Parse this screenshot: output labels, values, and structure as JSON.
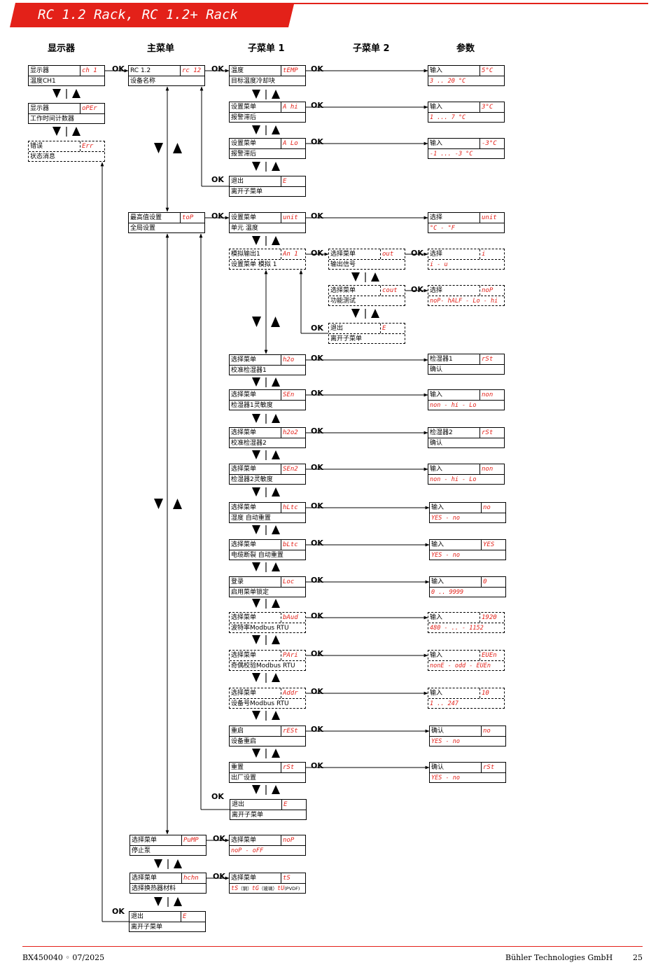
{
  "header": {
    "title": "RC 1.2 Rack,  RC 1.2+ Rack"
  },
  "columns": [
    "显示器",
    "主菜单",
    "子菜单 1",
    "子菜单 2",
    "参数"
  ],
  "ok": "OK",
  "boxes": [
    {
      "id": "d1",
      "l1": "显示器",
      "code": "ch 1",
      "l2": "温度CH1"
    },
    {
      "id": "d2",
      "l1": "显示器",
      "code": "oPEr",
      "l2": "工作时间计数器"
    },
    {
      "id": "d3",
      "l1": "错误",
      "code": "Err",
      "l2": "状态消息"
    },
    {
      "id": "m1",
      "l1": "RC 1.2",
      "code": "rc 12",
      "l2": "设备名称"
    },
    {
      "id": "m2",
      "l1": "最高值设置",
      "code": "toP",
      "l2": "全局设置"
    },
    {
      "id": "m3",
      "l1": "选择菜单",
      "code": "PuMP",
      "l2": "停止泵"
    },
    {
      "id": "m4",
      "l1": "选择菜单",
      "code": "hchn",
      "l2": "选择换热器材料"
    },
    {
      "id": "m5",
      "l1": "退出",
      "code": "E",
      "l2": "离开子菜单"
    },
    {
      "id": "s1",
      "l1": "温度",
      "code": "tEMP",
      "l2": "目标温度冷却块"
    },
    {
      "id": "s2",
      "l1": "设置菜单",
      "code": "A hi",
      "l2": "报警滞后"
    },
    {
      "id": "s3",
      "l1": "设置菜单",
      "code": "A Lo",
      "l2": "报警滞后"
    },
    {
      "id": "s4",
      "l1": "退出",
      "code": "E",
      "l2": "离开子菜单"
    },
    {
      "id": "s5",
      "l1": "设置菜单",
      "code": "unit",
      "l2": "单元 温度"
    },
    {
      "id": "s6",
      "l1": "模拟输出1",
      "code": "An 1",
      "l2": "设置菜单 模拟 1"
    },
    {
      "id": "s7",
      "l1": "选择菜单",
      "code": "h2o",
      "l2": "校准检湿器1"
    },
    {
      "id": "s8",
      "l1": "选择菜单",
      "code": "SEn",
      "l2": "检湿器1灵敏度"
    },
    {
      "id": "s9",
      "l1": "选择菜单",
      "code": "h2o2",
      "l2": "校准检湿器2"
    },
    {
      "id": "s10",
      "l1": "选择菜单",
      "code": "SEn2",
      "l2": "检湿器2灵敏度"
    },
    {
      "id": "s11",
      "l1": "选择菜单",
      "code": "hLtc",
      "l2": "湿度 自动重置"
    },
    {
      "id": "s12",
      "l1": "选择菜单",
      "code": "bLtc",
      "l2": "电缆断裂 自动重置"
    },
    {
      "id": "s13",
      "l1": "登录",
      "code": "Loc",
      "l2": "启用菜单锁定"
    },
    {
      "id": "s14",
      "l1": "选择菜单",
      "code": "bAud",
      "l2": "波特率Modbus RTU"
    },
    {
      "id": "s15",
      "l1": "选择菜单",
      "code": "PAri",
      "l2": "奇偶校验Modbus RTU"
    },
    {
      "id": "s16",
      "l1": "选择菜单",
      "code": "Addr",
      "l2": "设备号Modbus RTU"
    },
    {
      "id": "s17",
      "l1": "重启",
      "code": "rESt",
      "l2": "设备重启"
    },
    {
      "id": "s18",
      "l1": "重置",
      "code": "rSt",
      "l2": "出厂设置"
    },
    {
      "id": "s19",
      "l1": "退出",
      "code": "E",
      "l2": "离开子菜单"
    },
    {
      "id": "s20",
      "l1": "选择菜单",
      "code": "noP",
      "l2": "noP - oFF"
    },
    {
      "id": "s21",
      "l1": "选择菜单",
      "code": "tS",
      "l2": "tS",
      "l2b": "（铜）",
      "l2c": "tG",
      "l2d": "（玻璃）",
      "l2e": "tU",
      "l2f": "(PVDF)"
    },
    {
      "id": "t1",
      "l1": "选择菜单",
      "code": "out",
      "l2": "输出信号"
    },
    {
      "id": "t2",
      "l1": "选择菜单",
      "code": "cout",
      "l2": "功能测试"
    },
    {
      "id": "t3",
      "l1": "退出",
      "code": "E",
      "l2": "离开子菜单"
    },
    {
      "id": "p1",
      "l1": "输入",
      "code": "5°C",
      "l2": "3 .. 20 °C"
    },
    {
      "id": "p2",
      "l1": "输入",
      "code": "3°C",
      "l2": "1 ... 7 °C"
    },
    {
      "id": "p3",
      "l1": "输入",
      "code": "-3°C",
      "l2": "-1 ... -3 °C"
    },
    {
      "id": "p4",
      "l1": "选择",
      "code": "unit",
      "l2": "°C - °F"
    },
    {
      "id": "p5",
      "l1": "选择",
      "code": "i",
      "l2": "i - u"
    },
    {
      "id": "p6",
      "l1": "选择",
      "code": "noP",
      "l2": "noP- hALF - Lo - hi"
    },
    {
      "id": "p7",
      "l1": "检湿器1",
      "code": "rSt",
      "l2": "确认"
    },
    {
      "id": "p8",
      "l1": "输入",
      "code": "non",
      "l2": "non - hi - Lo"
    },
    {
      "id": "p9",
      "l1": "检湿器2",
      "code": "rSt",
      "l2": "确认"
    },
    {
      "id": "p10",
      "l1": "输入",
      "code": "non",
      "l2": "non - hi - Lo"
    },
    {
      "id": "p11",
      "l1": "输入",
      "code": "no",
      "l2": "YES - no"
    },
    {
      "id": "p12",
      "l1": "输入",
      "code": "YES",
      "l2": "YES - no"
    },
    {
      "id": "p13",
      "l1": "输入",
      "code": "0",
      "l2": "0 .. 9999"
    },
    {
      "id": "p14",
      "l1": "输入",
      "code": "1920",
      "l2": "480 - .. - 1152"
    },
    {
      "id": "p15",
      "l1": "输入",
      "code": "EUEn",
      "l2": "nonE - odd - EUEn"
    },
    {
      "id": "p16",
      "l1": "输入",
      "code": "10",
      "l2": "1 .. 247"
    },
    {
      "id": "p17",
      "l1": "确认",
      "code": "no",
      "l2": "YES - no"
    },
    {
      "id": "p18",
      "l1": "确认",
      "code": "rSt",
      "l2": "YES - no"
    }
  ],
  "footer": {
    "doc": "BX450040 ◦ 07/2025",
    "company": "Bühler Technologies GmbH",
    "page": "25"
  }
}
